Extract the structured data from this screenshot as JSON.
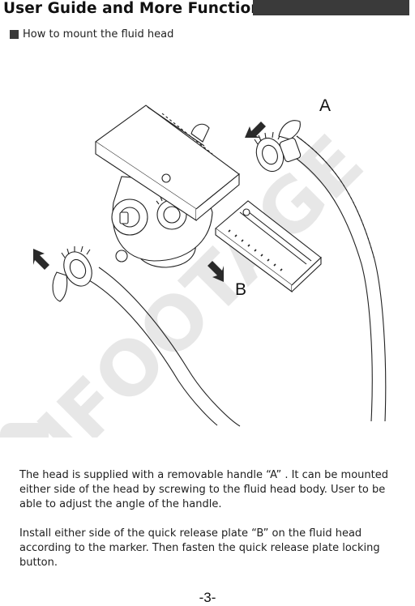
{
  "header": {
    "title": "User Guide and More Functions",
    "bar_color": "#3a3a3a"
  },
  "section": {
    "heading": "How to mount the fluid head"
  },
  "figure": {
    "label_a": "A",
    "label_b": "B",
    "watermark": "IFOOTAGE"
  },
  "paragraphs": {
    "p1": "The head is supplied with a removable handle “A” . It can be mounted either side of the head by screwing to the fluid head body. User to be able to adjust the angle of the handle.",
    "p2": "Install either side of the quick release plate “B” on the fluid head according to the marker.  Then fasten the quick release plate locking button."
  },
  "footer": {
    "page_number": "-3-"
  }
}
